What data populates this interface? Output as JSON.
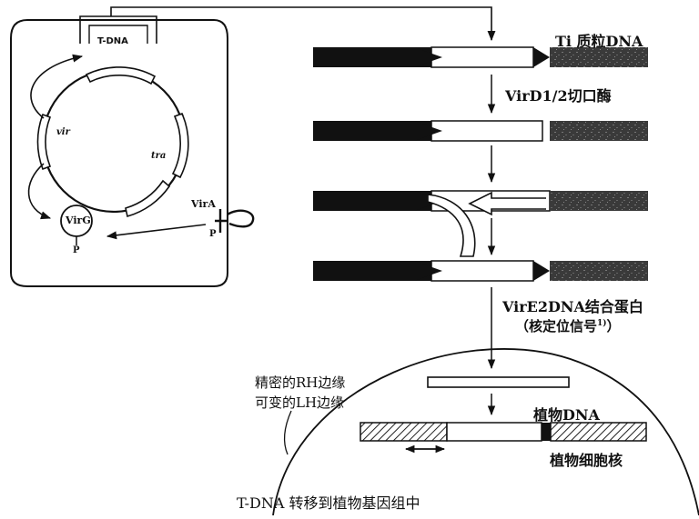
{
  "cell_labels": {
    "tdna": "T-DNA",
    "vir": "vir",
    "tra": "tra",
    "vira": "VirA",
    "virg": "VirG",
    "p_vira": "P",
    "p_virg": "P"
  },
  "steps": {
    "ti_plasmid": "Ti 质粒DNA",
    "step1": "VirD1/2切口酶",
    "step3_line1": "VirE2DNA结合蛋白",
    "step3_line2": "（核定位信号",
    "step3_sup": "1)",
    "step3_close": "）"
  },
  "nucleus_labels": {
    "rh_border": "精密的RH边缘",
    "lh_border": "可变的LH边缘",
    "plant_dna": "植物DNA",
    "plant_nucleus": "植物细胞核"
  },
  "caption": "T-DNA 转移到植物基因组中",
  "colors": {
    "ink": "#111111",
    "hatch_fill": "#ffffff"
  }
}
